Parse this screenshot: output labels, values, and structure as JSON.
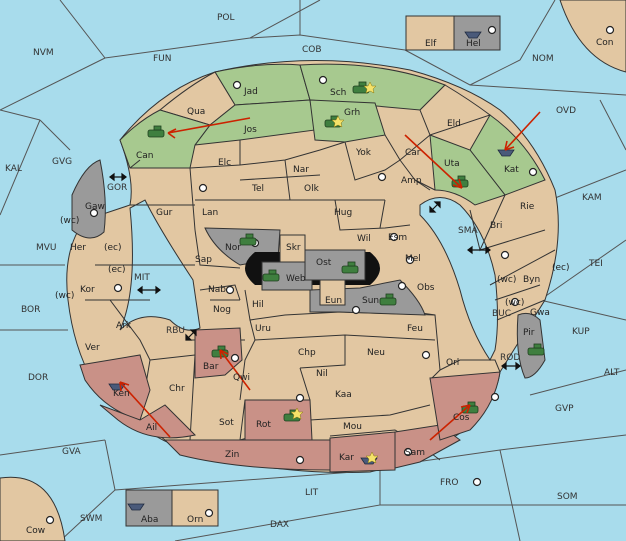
{
  "colors": {
    "sea": "#a8dcec",
    "land": "#e2c7a2",
    "green": "#a7c98f",
    "rose": "#c99187",
    "gray": "#9a9a9a",
    "black": "#111111",
    "arrow": "#cc2200",
    "unit": "#3f7f3f",
    "fleet": "#4a5a7a"
  },
  "regions": {
    "POL": "POL",
    "NVM": "NVM",
    "FUN": "FUN",
    "COB": "COB",
    "NOM": "NOM",
    "Con": "Con",
    "OVD": "OVD",
    "KAL": "KAL",
    "GVG": "GVG",
    "GOR": "GOR",
    "MVU": "MVU",
    "MIT": "MIT",
    "BOR": "BOR",
    "RBU": "RBU",
    "DOR": "DOR",
    "GVA": "GVA",
    "SWM": "SWM",
    "Cow": "Cow",
    "DAX": "DAX",
    "LIT": "LIT",
    "FRO": "FRO",
    "SOM": "SOM",
    "GVP": "GVP",
    "ALT": "ALT",
    "KUP": "KUP",
    "BUC": "BUC",
    "ROD": "ROD",
    "TEI": "TEI",
    "KAM": "KAM",
    "SMA": "SMA",
    "Elf": "Elf",
    "Hel": "Hel",
    "Jad": "Jad",
    "Sch": "Sch",
    "Qua": "Qua",
    "Jos": "Jos",
    "Grh": "Grh",
    "Eld": "Eld",
    "Can": "Can",
    "Yok": "Yok",
    "Car": "Car",
    "Uta": "Uta",
    "Kat": "Kat",
    "Elc": "Elc",
    "Nar": "Nar",
    "Gaw": "Gaw",
    "Tel": "Tel",
    "Olk": "Olk",
    "Amp": "Amp",
    "Gur": "Gur",
    "Lan": "Lan",
    "Hug": "Hug",
    "Rie": "Rie",
    "Bri": "Bri",
    "Her": "Her",
    "Nor": "Nor",
    "Skr": "Skr",
    "Wil": "Wil",
    "Esm": "Esm",
    "Sap": "Sap",
    "Ost": "Ost",
    "Web": "Web",
    "Mel": "Mel",
    "Kor": "Kor",
    "Byn": "Byn",
    "Nab": "Nab",
    "Eun": "Eun",
    "Sun": "Sun",
    "Obs": "Obs",
    "Hil": "Hil",
    "Nog": "Nog",
    "Ark": "Ark",
    "Gwa": "Gwa",
    "Uru": "Uru",
    "Feu": "Feu",
    "Pir": "Pir",
    "Ver": "Ver",
    "Chp": "Chp",
    "Neu": "Neu",
    "Bar": "Bar",
    "Qwi": "Qwi",
    "Nil": "Nil",
    "Orl": "Orl",
    "Ken": "Ken",
    "Chr": "Chr",
    "Kaa": "Kaa",
    "Ail": "Ail",
    "Sot": "Sot",
    "Rot": "Rot",
    "Mou": "Mou",
    "Cos": "Cos",
    "Zin": "Zin",
    "Kar": "Kar",
    "Sam": "Sam",
    "Aba": "Aba",
    "Orn": "Orn"
  },
  "coast_marks": {
    "wc1": "(wc)",
    "ec1": "(ec)",
    "ec2": "(ec)",
    "wc2": "(wc)",
    "wc3": "(wc)",
    "ec3": "(ec)",
    "wc4": "(wc)"
  }
}
